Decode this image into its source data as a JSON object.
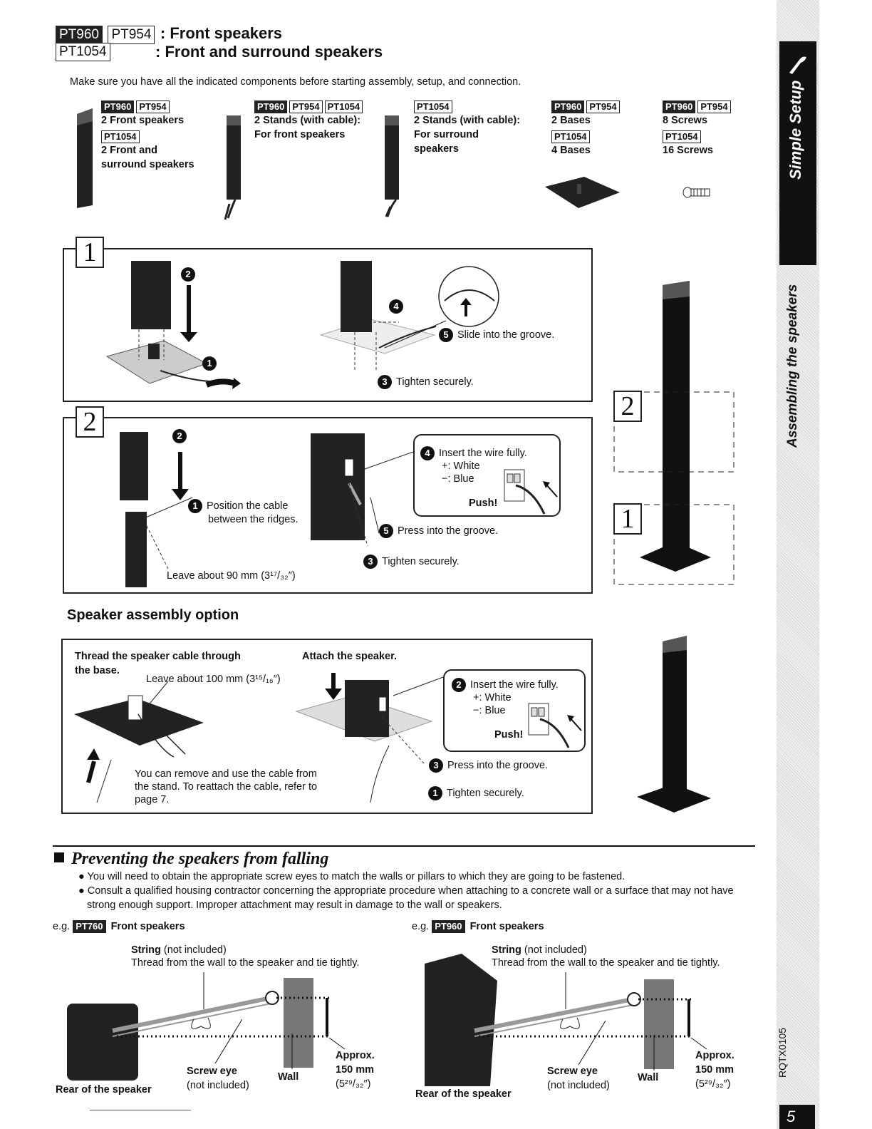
{
  "header": {
    "line1_models": [
      "PT960",
      "PT954"
    ],
    "line1_title": ": Front speakers",
    "line2_models": [
      "PT1054"
    ],
    "line2_title": ": Front and surround speakers"
  },
  "intro": "Make sure you have all the indicated components before starting assembly, setup, and connection.",
  "components": {
    "c1": {
      "badge_a": "PT960",
      "badge_b": "PT954",
      "label_a": "2 Front speakers",
      "badge_c": "PT1054",
      "label_b1": "2 Front and",
      "label_b2": "surround speakers"
    },
    "c2": {
      "badge_a": "PT960",
      "badge_b": "PT954",
      "badge_c": "PT1054",
      "label1": "2 Stands (with cable):",
      "label2": "For front speakers"
    },
    "c3": {
      "badge_a": "PT1054",
      "label1": "2 Stands (with cable):",
      "label2": "For surround",
      "label3": "speakers"
    },
    "c4": {
      "badge_a": "PT960",
      "badge_b": "PT954",
      "label_a": "2 Bases",
      "badge_c": "PT1054",
      "label_b": "4 Bases"
    },
    "c5": {
      "badge_a": "PT960",
      "badge_b": "PT954",
      "label_a": "8 Screws",
      "badge_c": "PT1054",
      "label_b": "16 Screws"
    }
  },
  "step1": {
    "num": "1",
    "marks": {
      "n1": "1",
      "n2": "2",
      "n3": "3",
      "n4": "4",
      "n5": "5"
    },
    "slide": "Slide into the groove.",
    "tighten": "Tighten securely."
  },
  "step2": {
    "num": "2",
    "marks": {
      "n1": "1",
      "n2": "2",
      "n3": "3",
      "n4": "4",
      "n5": "5"
    },
    "position1": "Position the cable",
    "position2": "between the ridges.",
    "leave": "Leave about 90 mm (3¹⁷/₃₂″)",
    "insert": "Insert the wire fully.",
    "plus": "+: White",
    "minus": "−: Blue",
    "push": "Push!",
    "press": "Press into the groove.",
    "tighten": "Tighten securely."
  },
  "side_assembly": {
    "n2": "2",
    "n1": "1"
  },
  "option": {
    "heading": "Speaker assembly option",
    "thread1": "Thread the speaker cable through",
    "thread2": "the base.",
    "leave": "Leave about 100 mm (3¹⁵/₁₆″)",
    "attach": "Attach the speaker.",
    "remove1": "You can remove and use the cable from",
    "remove2": "the stand. To reattach the cable, refer to",
    "remove3": "page 7.",
    "marks": {
      "n1": "1",
      "n2": "2",
      "n3": "3"
    },
    "insert": "Insert the wire fully.",
    "plus": "+: White",
    "minus": "−: Blue",
    "push": "Push!",
    "press": "Press into the groove.",
    "tighten": "Tighten securely."
  },
  "prevent": {
    "heading": "Preventing the speakers from falling",
    "bullet1": "You will need to obtain the appropriate screw eyes to match the walls or pillars to which they are going to be fastened.",
    "bullet2a": "Consult a qualified housing contractor concerning the appropriate procedure when attaching to a concrete wall or a surface that may not have",
    "bullet2b": "strong enough support. Improper attachment may result in damage to the wall or speakers."
  },
  "example_left": {
    "eg": "e.g.",
    "badge": "PT760",
    "title": "Front speakers",
    "string": "String",
    "not_included": "(not included)",
    "thread": "Thread from the wall to the speaker and tie tightly.",
    "screw_eye": "Screw eye",
    "screw_note": "(not included)",
    "wall": "Wall",
    "approx": "Approx.",
    "mm": "150 mm",
    "inch": "(5²⁹/₃₂″)",
    "rear": "Rear of the speaker"
  },
  "example_right": {
    "eg": "e.g.",
    "badge": "PT960",
    "title": "Front speakers",
    "string": "String",
    "not_included": "(not included)",
    "thread": "Thread from the wall to the speaker and tie tightly.",
    "screw_eye": "Screw eye",
    "screw_note": "(not included)",
    "wall": "Wall",
    "approx": "Approx.",
    "mm": "150 mm",
    "inch": "(5²⁹/₃₂″)",
    "rear": "Rear of the speaker"
  },
  "sidebar": {
    "simple_setup": "Simple Setup",
    "assembling": "Assembling the speakers",
    "doc_code": "RQTX0105",
    "page_number": "5"
  }
}
